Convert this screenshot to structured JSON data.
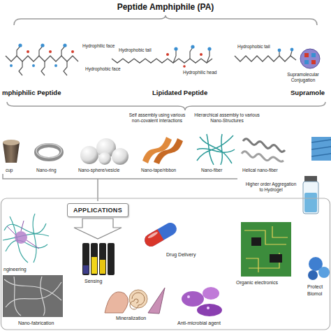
{
  "diagram": {
    "title": "Peptide Amphiphile (PA)",
    "nodes": [
      {
        "text": [
          "APPLICATIONS"
        ]
      }
    ],
    "labels": [
      "Hydrophilic face",
      "Hydrophobic face",
      "Hydrophobic tail",
      "Hydrophilic head",
      "Hydrophobic tail",
      "Supramolecular Conjugation",
      "mphiphilic Peptide",
      "Lipidated Peptide",
      "Supramole",
      "Self assembly using various non-covalent interactions",
      "Hierarchical assembly to various Nano-Structures",
      "cup",
      "Nano-ring",
      "Nano-sphere/vesicle",
      "Nano-tape/ribbon",
      "Nano-fiber",
      "Helical nano-fiber",
      "Higher order Aggregation to Hydrogel",
      "ngineering",
      "Sensing",
      "Drug Delivery",
      "Organic electronics",
      "Protect",
      "Biomol",
      "Nano-fabrication",
      "Mineralization",
      "Anti-microbial agent"
    ]
  }
}
